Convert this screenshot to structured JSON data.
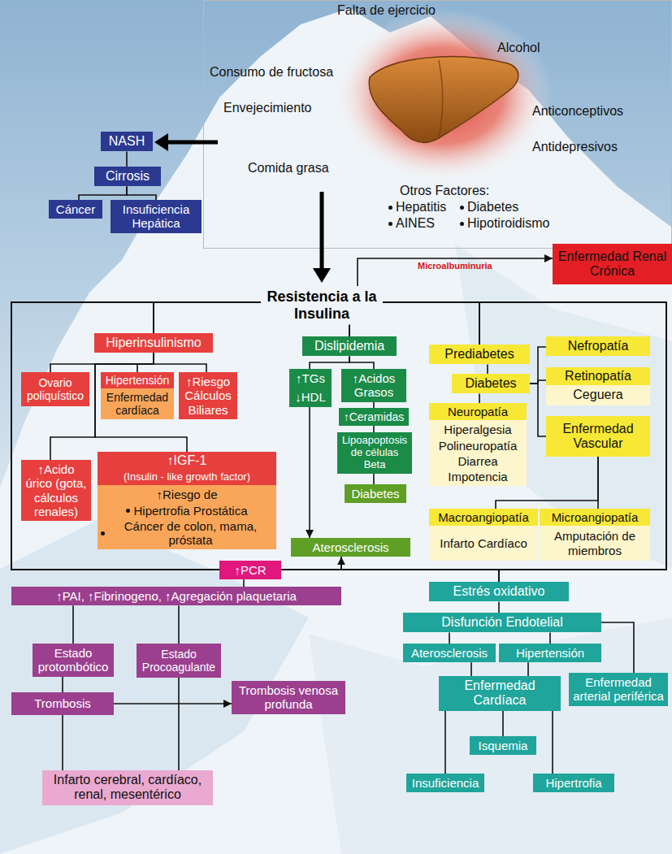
{
  "diagram": {
    "nodes": [
      {
        "text": [
          "NASH"
        ]
      },
      {
        "text": [
          "Cirrosis"
        ]
      },
      {
        "text": [
          "Cáncer"
        ]
      },
      {
        "text": [
          "Insuficiencia Hepática"
        ]
      },
      {
        "text": [
          "Enfermedad Renal Crónica"
        ]
      },
      {
        "text": [
          "Resistencia a la Insulina"
        ]
      },
      {
        "text": [
          "Hiperinsulinismo"
        ]
      },
      {
        "text": [
          "Ovario poliquístico"
        ]
      },
      {
        "text": [
          "Hipertensión",
          "Enfermedad cardíaca"
        ]
      },
      {
        "text": [
          "↑Riesgo Cálculos Biliares"
        ]
      },
      {
        "text": [
          "↑Acido úrico (gota, cálculos renales)"
        ]
      },
      {
        "text": [
          "↑IGF-1",
          "(Insulin - like growth factor)",
          "↑Riesgo de",
          "Hipertrofia Prostática",
          "Cáncer de colon, mama, próstata"
        ]
      },
      {
        "text": [
          "Dislipidemia"
        ]
      },
      {
        "text": [
          "↑TGs",
          "↓HDL"
        ]
      },
      {
        "text": [
          "↑Acidos Grasos"
        ]
      },
      {
        "text": [
          "↑Ceramidas"
        ]
      },
      {
        "text": [
          "Lipoapoptosis de células Beta"
        ]
      },
      {
        "text": [
          "Diabetes"
        ]
      },
      {
        "text": [
          "Aterosclerosis"
        ]
      },
      {
        "text": [
          "Prediabetes"
        ]
      },
      {
        "text": [
          "Diabetes"
        ]
      },
      {
        "text": [
          "Neuropatía",
          "Hiperalgesia",
          "Polineuropatía",
          "Diarrea",
          "Impotencia"
        ]
      },
      {
        "text": [
          "Nefropatía"
        ]
      },
      {
        "text": [
          "Retinopatía",
          "Ceguera"
        ]
      },
      {
        "text": [
          "Enfermedad Vascular"
        ]
      },
      {
        "text": [
          "Macroangiopatía",
          "Infarto Cardíaco"
        ]
      },
      {
        "text": [
          "Microangiopatía",
          "Amputación de miembros"
        ]
      },
      {
        "text": [
          "↑PCR"
        ]
      },
      {
        "text": [
          "↑PAI, ↑Fibrinogeno, ↑Agregación plaquetaria"
        ]
      },
      {
        "text": [
          "Estado protombótico"
        ]
      },
      {
        "text": [
          "Estado Procoagulante"
        ]
      },
      {
        "text": [
          "Trombosis"
        ]
      },
      {
        "text": [
          "Trombosis venosa profunda"
        ]
      },
      {
        "text": [
          "Infarto cerebral, cardíaco, renal, mesentérico"
        ]
      },
      {
        "text": [
          "Estrés oxidativo"
        ]
      },
      {
        "text": [
          "Disfunción Endotelial"
        ]
      },
      {
        "text": [
          "Aterosclerosis"
        ]
      },
      {
        "text": [
          "Hipertensión"
        ]
      },
      {
        "text": [
          "Enfermedad Cardíaca"
        ]
      },
      {
        "text": [
          "Enfermedad arterial periférica"
        ]
      },
      {
        "text": [
          "Isquemia"
        ]
      },
      {
        "text": [
          "Insuficiencia"
        ]
      },
      {
        "text": [
          "Hipertrofia"
        ]
      }
    ],
    "edges": [
      {
        "from": 0,
        "to": 1,
        "arrow": "none"
      },
      {
        "from": 1,
        "to": 2,
        "arrow": "none"
      },
      {
        "from": 1,
        "to": 3,
        "arrow": "none"
      },
      {
        "from": 5,
        "to": 4,
        "label": "Microalbuminuria",
        "arrow": "to"
      },
      {
        "from": 5,
        "to": 6,
        "arrow": "none"
      },
      {
        "from": 6,
        "to": 7,
        "arrow": "none"
      },
      {
        "from": 6,
        "to": 8,
        "arrow": "none"
      },
      {
        "from": 6,
        "to": 9,
        "arrow": "none"
      },
      {
        "from": 6,
        "to": 10,
        "arrow": "none"
      },
      {
        "from": 6,
        "to": 11,
        "arrow": "none"
      },
      {
        "from": 5,
        "to": 12,
        "arrow": "none"
      },
      {
        "from": 12,
        "to": 13,
        "arrow": "none"
      },
      {
        "from": 12,
        "to": 14,
        "arrow": "none"
      },
      {
        "from": 14,
        "to": 15,
        "arrow": "none"
      },
      {
        "from": 15,
        "to": 16,
        "arrow": "none"
      },
      {
        "from": 16,
        "to": 17,
        "arrow": "none"
      },
      {
        "from": 13,
        "to": 18,
        "arrow": "to"
      },
      {
        "from": 5,
        "to": 19,
        "arrow": "none"
      },
      {
        "from": 19,
        "to": 20,
        "arrow": "none"
      },
      {
        "from": 20,
        "to": 21,
        "arrow": "none"
      },
      {
        "from": 20,
        "to": 22,
        "arrow": "none"
      },
      {
        "from": 20,
        "to": 23,
        "arrow": "none"
      },
      {
        "from": 20,
        "to": 24,
        "arrow": "none"
      },
      {
        "from": 24,
        "to": 25,
        "arrow": "none"
      },
      {
        "from": 24,
        "to": 26,
        "arrow": "none"
      },
      {
        "from": 5,
        "to": 27,
        "arrow": "none"
      },
      {
        "from": 27,
        "to": 18,
        "arrow": "to"
      },
      {
        "from": 27,
        "to": 28,
        "arrow": "none"
      },
      {
        "from": 28,
        "to": 29,
        "arrow": "none"
      },
      {
        "from": 28,
        "to": 30,
        "arrow": "none"
      },
      {
        "from": 29,
        "to": 31,
        "arrow": "none"
      },
      {
        "from": 31,
        "to": 32,
        "arrow": "to"
      },
      {
        "from": 31,
        "to": 33,
        "arrow": "none"
      },
      {
        "from": 30,
        "to": 33,
        "arrow": "none"
      },
      {
        "from": 5,
        "to": 34,
        "arrow": "none"
      },
      {
        "from": 34,
        "to": 35,
        "arrow": "none"
      },
      {
        "from": 35,
        "to": 36,
        "arrow": "none"
      },
      {
        "from": 35,
        "to": 37,
        "arrow": "none"
      },
      {
        "from": 36,
        "to": 38,
        "arrow": "none"
      },
      {
        "from": 37,
        "to": 38,
        "arrow": "none"
      },
      {
        "from": 35,
        "to": 39,
        "arrow": "none"
      },
      {
        "from": 38,
        "to": 40,
        "arrow": "none"
      },
      {
        "from": 38,
        "to": 41,
        "arrow": "none"
      },
      {
        "from": 38,
        "to": 42,
        "arrow": "none"
      }
    ],
    "labels": [
      "Falta de ejercicio",
      "Consumo de fructosa",
      "Alcohol",
      "Envejecimiento",
      "Anticonceptivos",
      "Antidepresivos",
      "Comida grasa",
      "Otros Factores:",
      "Hepatitis",
      "Diabetes",
      "AINES",
      "Hipotiroidismo"
    ]
  }
}
